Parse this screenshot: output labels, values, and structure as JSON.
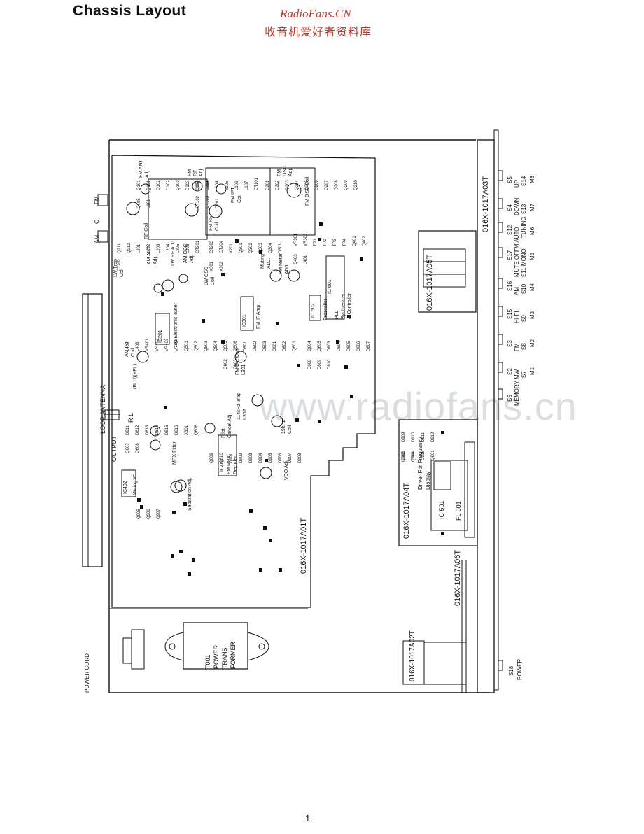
{
  "title": "Chassis Layout",
  "watermark": {
    "site": "RadioFans.CN",
    "chinese": "收音机爱好者资料库",
    "faint": "www.radiofans.cn"
  },
  "page_number": "1",
  "boards": {
    "main": "016X-1017A01T",
    "front": "016X-1017A03T",
    "keys": "016X-1017A05T",
    "display": "016X-1017A04T",
    "power_switch": "016X-1017A06T",
    "power_cord_board": "016X-1017A02T"
  },
  "labels": {
    "loop_antenna": "LOOP  ANTENNA",
    "output": "OUTPUT",
    "output_rl": "R L",
    "fm": "FM",
    "am": "AM",
    "g": "G",
    "power_cord": "POWER CORD",
    "transformer": [
      "T001",
      "POWER",
      "TRANS-",
      "FORMER"
    ],
    "ic201": "IC201",
    "am_tuner": "AM Electronic Tuner",
    "ic301": "IC301",
    "fm_if": "FM IF Amp",
    "ic401": "IC401",
    "fm_mpx": [
      "FM MPX",
      "Decoder"
    ],
    "ic402": "IC402",
    "muting_ic": "Muting IC",
    "ic601": "IC 601",
    "pll": [
      "PLL",
      "Synthesizer",
      "& Controller"
    ],
    "ic602": "IC 602",
    "prescaler": "Prescaller",
    "ic501": "IC 501",
    "fl501": "FL 501",
    "driver": [
      "Driver For Frequency",
      "Display"
    ],
    "muting_adj": [
      "Muting",
      "ADJ."
    ],
    "fm_meter": [
      "FM Meter",
      "ADJ."
    ],
    "pilot_cancel": [
      "Pilot",
      "Cancel Adj."
    ],
    "vco_adj": "VCO Adj.",
    "separation_adj": "Separation Adj.",
    "mpx_filter": "MPX Filter",
    "am_ift": [
      "AM IFT",
      "Coil"
    ],
    "fm_det": [
      "FM  Det Coil",
      "L301"
    ],
    "trap_114": [
      "114kHz Trap",
      "L302"
    ],
    "coil_19k": [
      "19kHz",
      "Coil"
    ],
    "blu_yel": "(BLU)(YEL)",
    "fm_ant_adj": [
      "FM ANT",
      "Adj."
    ],
    "fm_rf_adj": [
      "FM",
      "RF",
      "Adj."
    ],
    "fm_osc_adj": [
      "FM",
      "OSC",
      "Adj."
    ],
    "fm_ift": [
      "FM IFT",
      "Coil"
    ],
    "fm_osc_coil": "FM OSC Coil",
    "fm_rf_coil": [
      "FM RF",
      "Coil"
    ],
    "am_ant_adj": [
      "AM ANT",
      "Adj."
    ],
    "lw_rf_adj": "LW RF ADJ.",
    "am_osc_adj": [
      "AM OSC",
      "Adj."
    ],
    "lw_osc_coil": [
      "LW OSC",
      "Coil"
    ],
    "lw_trap": [
      "LW Trap",
      "Coil"
    ],
    "rf_coil": "RF Coil"
  },
  "front_switches": [
    {
      "top": "S5",
      "mid": "UP",
      "bot": "M8",
      "lbl2": "S14"
    },
    {
      "top": "S4",
      "mid": "DOWN",
      "bot": "M7",
      "lbl2": "S13"
    },
    {
      "top": "S12",
      "mid": "FM AUTO",
      "bot": "M6",
      "lbl2": "TUNING"
    },
    {
      "top": "S17",
      "mid": "MUTE OFF",
      "bot": "M5",
      "lbl2": "S11 MONO"
    },
    {
      "top": "S16",
      "mid": "AM",
      "bot": "M4",
      "lbl2": "S10"
    },
    {
      "top": "S15",
      "mid": "HI-FI",
      "bot": "M3",
      "lbl2": "S9"
    },
    {
      "top": "S3",
      "mid": "FM",
      "bot": "M2",
      "lbl2": "S8"
    },
    {
      "top": "S2",
      "mid": "MW",
      "bot": "M1",
      "lbl2": "S7"
    },
    {
      "top": "S6",
      "mid": "MEMORY",
      "bot": "",
      "lbl2": ""
    }
  ],
  "power_switch": {
    "top": "S18",
    "mid": "POWER"
  },
  "components": [
    "Q101",
    "D101",
    "Q102",
    "D102",
    "Q103",
    "D103",
    "Q104",
    "D104",
    "Q105",
    "L101",
    "L102",
    "L103",
    "L104",
    "L105",
    "L106",
    "L107",
    "CT101",
    "CT102",
    "CT103",
    "Q201",
    "D201",
    "D202",
    "Q203",
    "Q204",
    "Q205",
    "Q206",
    "Q207",
    "Q208",
    "Q209",
    "Q210",
    "Q211",
    "Q212",
    "L201",
    "L202",
    "L203",
    "L204",
    "L205",
    "L206",
    "CT201",
    "CT202",
    "CT203",
    "CT204",
    "X201",
    "Q301",
    "Q302",
    "Q303",
    "Q304",
    "D301",
    "X301",
    "X302",
    "VR301",
    "VR302",
    "TP1",
    "TP2",
    "TP3",
    "TP4",
    "Q401",
    "Q402",
    "Q403",
    "L401",
    "L402",
    "L403",
    "VR401",
    "VR402",
    "VR403",
    "VR404",
    "Q501",
    "Q502",
    "Q503",
    "Q504",
    "Q505",
    "Q506",
    "D501",
    "D502",
    "D503",
    "D601",
    "D602",
    "Q601",
    "Q602",
    "Q603",
    "Q604",
    "Q605",
    "D603",
    "D604",
    "D605",
    "D606",
    "D607",
    "D608",
    "D609",
    "D610",
    "D611",
    "D612",
    "D613",
    "D614",
    "D615",
    "D616",
    "X601",
    "Q606",
    "Q607",
    "Q608",
    "Q609",
    "Q610",
    "D901",
    "D902",
    "D903",
    "D904",
    "D905",
    "D906",
    "D907",
    "D908",
    "D909",
    "D910",
    "D911",
    "D912",
    "D913",
    "D914",
    "D915",
    "Q901",
    "Q903",
    "Q904",
    "Q905",
    "Q906",
    "Q907"
  ]
}
